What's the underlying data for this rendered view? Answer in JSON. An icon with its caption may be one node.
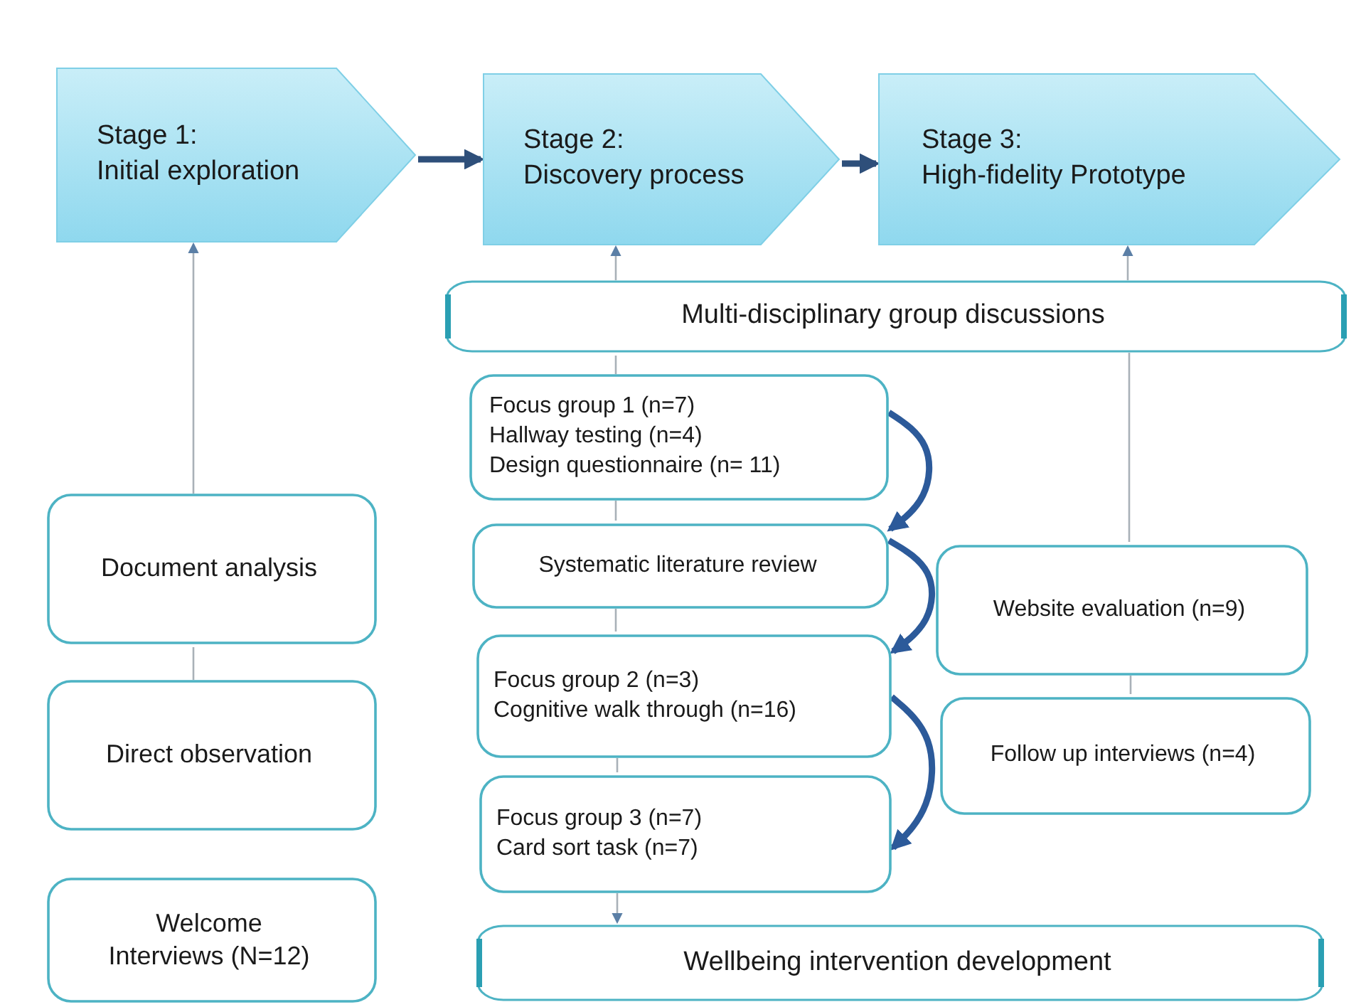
{
  "diagram": {
    "nodes": [
      {
        "text": [
          "Stage 1:",
          "Initial exploration"
        ]
      },
      {
        "text": [
          "Stage 2:",
          "Discovery process"
        ]
      },
      {
        "text": [
          "Stage 3:",
          "High-fidelity Prototype"
        ]
      },
      {
        "text": [
          "Multi-disciplinary group discussions"
        ]
      },
      {
        "text": [
          "Focus group 1 (n=7)",
          "Hallway testing (n=4)",
          "Design questionnaire (n= 11)"
        ]
      },
      {
        "text": [
          "Systematic literature review"
        ]
      },
      {
        "text": [
          "Focus group 2 (n=3)",
          "Cognitive walk through (n=16)"
        ]
      },
      {
        "text": [
          "Focus group 3 (n=7)",
          "Card sort task (n=7)"
        ]
      },
      {
        "text": [
          "Wellbeing intervention development"
        ]
      },
      {
        "text": [
          "Document analysis"
        ]
      },
      {
        "text": [
          "Direct observation"
        ]
      },
      {
        "text": [
          "Welcome Interviews (N=12)"
        ]
      },
      {
        "text": [
          "Website evaluation (n=9)"
        ]
      },
      {
        "text": [
          "Follow up interviews (n=4)"
        ]
      }
    ],
    "edges": [
      {
        "from": 0,
        "to": 1,
        "arrow": "to",
        "style": "thick",
        "color": "#2e4f7a"
      },
      {
        "from": 1,
        "to": 2,
        "arrow": "to",
        "style": "thick",
        "color": "#2e4f7a"
      },
      {
        "from": 9,
        "to": 0,
        "arrow": "to"
      },
      {
        "from": 10,
        "to": 9,
        "arrow": "none"
      },
      {
        "from": 3,
        "to": 1,
        "arrow": "to"
      },
      {
        "from": 3,
        "to": 2,
        "arrow": "to"
      },
      {
        "from": 4,
        "to": 3,
        "arrow": "none"
      },
      {
        "from": 4,
        "to": 5,
        "arrow": "none"
      },
      {
        "from": 5,
        "to": 6,
        "arrow": "none"
      },
      {
        "from": 6,
        "to": 7,
        "arrow": "none"
      },
      {
        "from": 7,
        "to": 8,
        "arrow": "to"
      },
      {
        "from": 3,
        "to": 12,
        "arrow": "none"
      },
      {
        "from": 12,
        "to": 13,
        "arrow": "none"
      },
      {
        "from": 4,
        "to": 5,
        "arrow": "to",
        "style": "thick",
        "color": "#2c5a9a"
      },
      {
        "from": 5,
        "to": 6,
        "arrow": "to",
        "style": "thick",
        "color": "#2c5a9a"
      },
      {
        "from": 6,
        "to": 7,
        "arrow": "to",
        "style": "thick",
        "color": "#2c5a9a"
      }
    ]
  }
}
